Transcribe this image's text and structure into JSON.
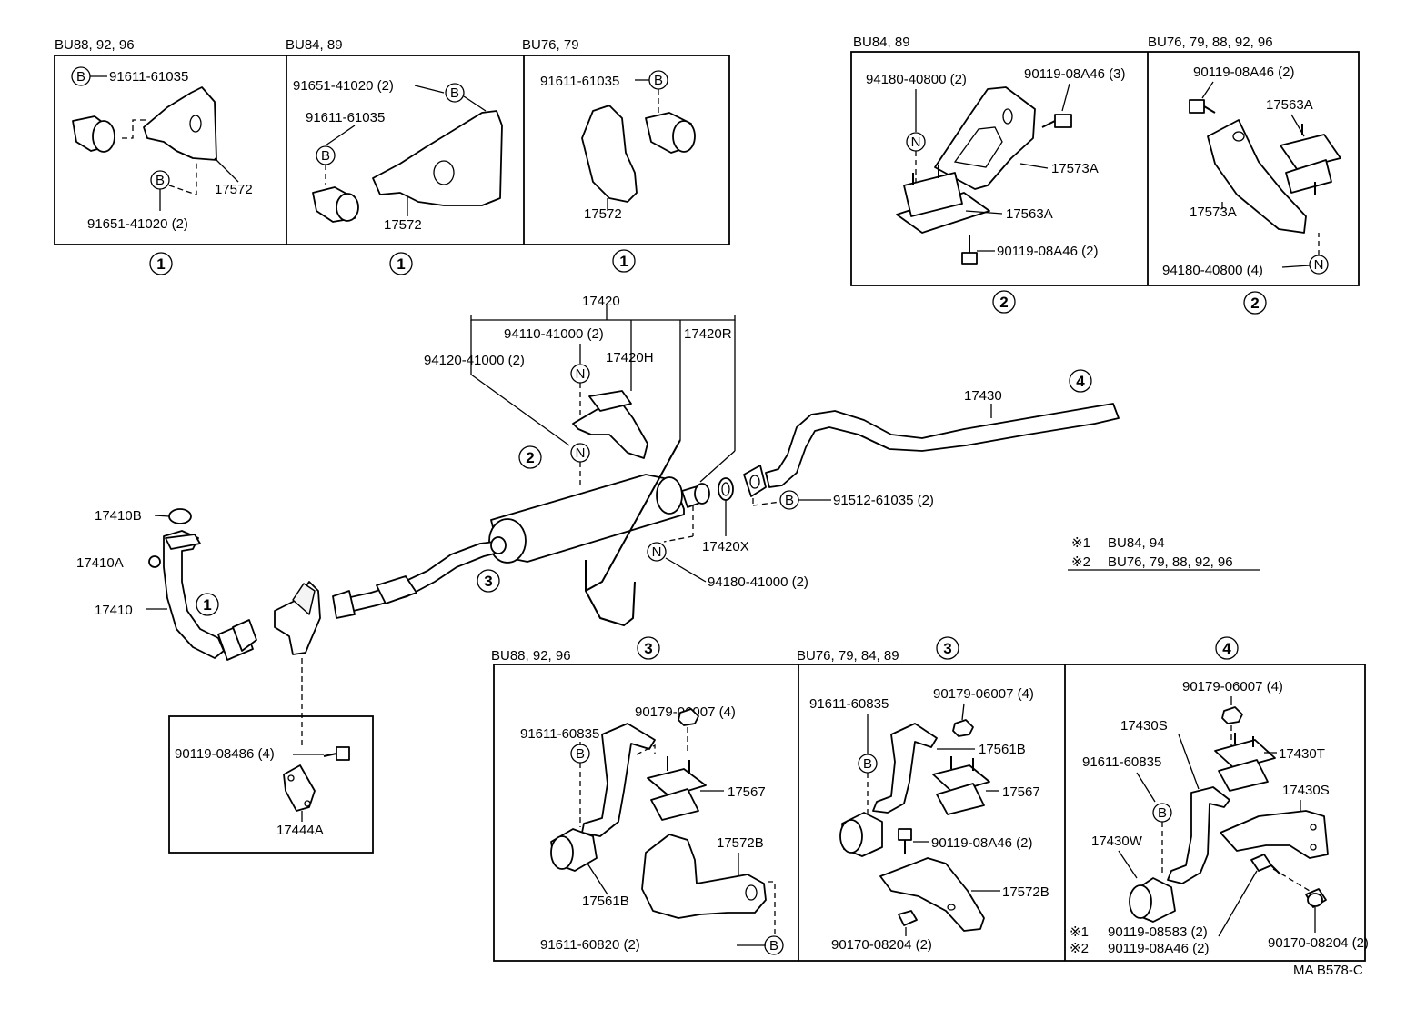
{
  "diagram": {
    "ring_symbols": {
      "r1": "1",
      "r2": "2",
      "r3": "3",
      "r4": "4"
    },
    "mark_symbols": {
      "b": "B",
      "n": "N"
    },
    "panel1": {
      "title_a": "BU88, 92, 96",
      "title_b": "BU84, 89",
      "title_c": "BU76, 79",
      "a_bolt": "91611-61035",
      "a_part": "17572",
      "a_bolt2": "91651-41020 (2)",
      "b_bolt": "91651-41020 (2)",
      "b_bolt2": "91611-61035",
      "b_part": "17572",
      "c_bolt": "91611-61035",
      "c_part": "17572"
    },
    "panel2": {
      "title_a": "BU84, 89",
      "title_b": "BU76, 79, 88, 92, 96",
      "a_nut": "94180-40800 (2)",
      "a_bolt": "90119-08A46 (3)",
      "a_bracket": "17573A",
      "a_cushion": "17563A",
      "a_bolt2": "90119-08A46 (2)",
      "b_bolt": "90119-08A46 (2)",
      "b_cushion": "17563A",
      "b_bracket": "17573A",
      "b_nut": "94180-40800 (4)"
    },
    "main": {
      "muffler": "17420",
      "nut1": "94110-41000 (2)",
      "bracket_r": "17420R",
      "nut2": "94120-41000 (2)",
      "hanger": "17420H",
      "tail": "17430",
      "gasket_b": "17410B",
      "gasket_a": "17410A",
      "front_pipe": "17410",
      "gasket_x": "17420X",
      "bolt": "91512-61035 (2)",
      "nut3": "94180-41000 (2)",
      "note1_mark": "※1",
      "note1_text": "BU84, 94",
      "note2_mark": "※2",
      "note2_text": "BU76, 79, 88, 92, 96"
    },
    "egr_box": {
      "bolt": "90119-08486 (4)",
      "part": "17444A"
    },
    "panel3": {
      "title_a": "BU88, 92, 96",
      "title_b": "BU76, 79, 84, 89",
      "a_bolt": "91611-60835",
      "a_nut": "90179-06007 (4)",
      "a_cushion": "17567",
      "a_bracket": "17572B",
      "a_support": "17561B",
      "a_bolt2": "91611-60820 (2)",
      "b_bolt": "91611-60835",
      "b_nut": "90179-06007 (4)",
      "b_support": "17561B",
      "b_cushion": "17567",
      "b_bolt2": "90119-08A46 (2)",
      "b_bracket": "17572B",
      "b_nut2": "90170-08204 (2)"
    },
    "panel4": {
      "nut": "90179-06007 (4)",
      "support": "17430S",
      "cushion": "17430T",
      "bolt": "91611-60835",
      "bracket": "17430S",
      "clamp": "17430W",
      "note1_mark": "※1",
      "note1_bolt": "90119-08583 (2)",
      "note2_mark": "※2",
      "note2_bolt": "90119-08A46 (2)",
      "nut2": "90170-08204 (2)"
    },
    "figure_code": "MA B578-C"
  }
}
